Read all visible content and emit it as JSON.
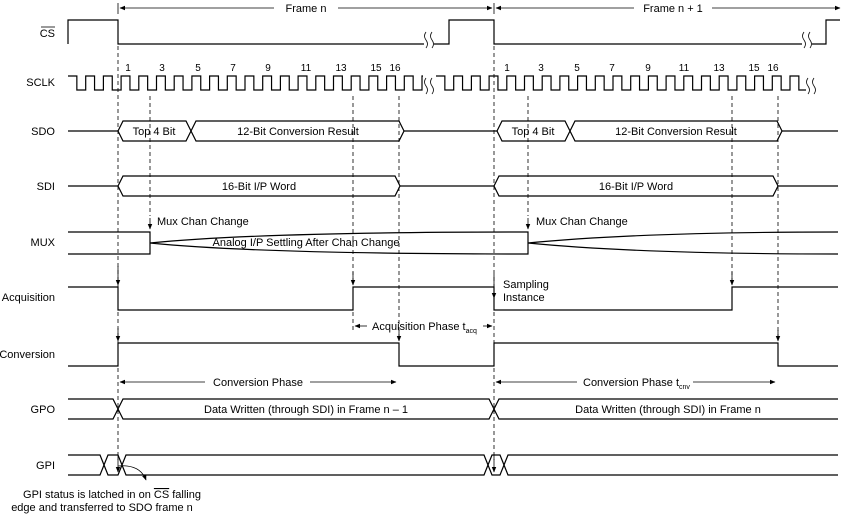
{
  "frames": {
    "frame1": "Frame n",
    "frame2": "Frame n + 1"
  },
  "signals": {
    "cs": "CS",
    "sclk": "SCLK",
    "sdo": "SDO",
    "sdi": "SDI",
    "mux": "MUX",
    "acquisition": "Acquisition",
    "conversion": "Conversion",
    "gpo": "GPO",
    "gpi": "GPI"
  },
  "clock_numbers": [
    "1",
    "3",
    "5",
    "7",
    "9",
    "11",
    "13",
    "15",
    "16"
  ],
  "labels": {
    "sdo_top": "Top 4 Bit",
    "sdo_result": "12-Bit Conversion Result",
    "sdi_word": "16-Bit I/P Word",
    "mux_change": "Mux Chan Change",
    "mux_settling": "Analog I/P Settling After Chan Change",
    "sampling_l1": "Sampling",
    "sampling_l2": "Instance",
    "acq_phase": "Acquisition Phase t",
    "acq_sub": "acq",
    "conv_phase1": "Conversion Phase",
    "conv_phase2": "Conversion Phase t",
    "conv_sub": "cnv",
    "gpo_frame1": "Data Written (through SDI) in Frame n – 1",
    "gpo_frame2": "Data Written (through SDI) in Frame n",
    "gpi_note_l1a": "GPI status is latched in on ",
    "gpi_note_cs": "CS",
    "gpi_note_l1b": " falling",
    "gpi_note_l2": "edge and transferred to SDO frame n"
  }
}
